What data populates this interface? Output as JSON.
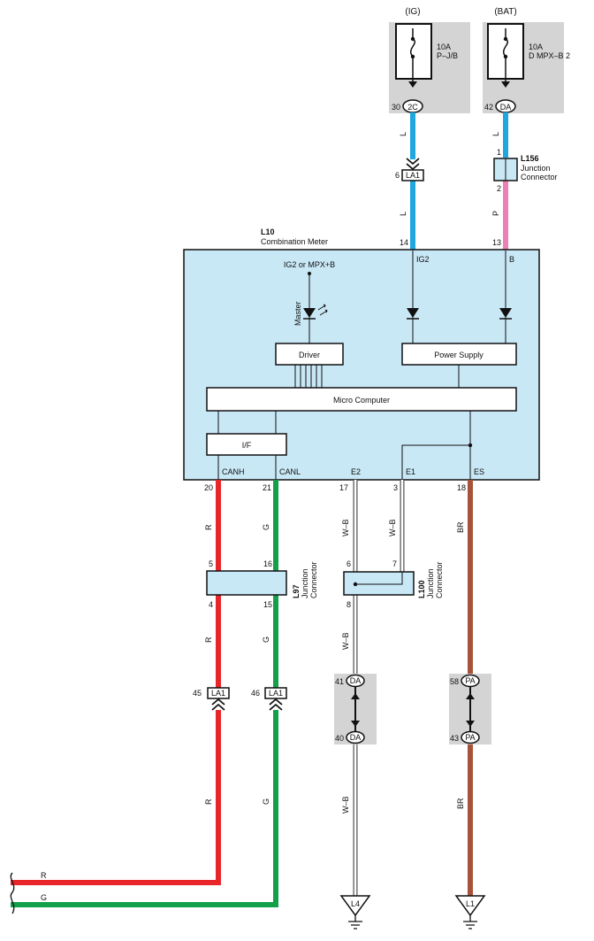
{
  "fuse_ig": {
    "header": "(IG)",
    "rating": "10A",
    "name": "P–J/B",
    "pin": "30",
    "conn": "2C"
  },
  "fuse_bat": {
    "header": "(BAT)",
    "rating": "10A",
    "name": "D MPX–B 2",
    "pin": "42",
    "conn": "DA"
  },
  "wire_ig": {
    "color_code": "L",
    "lower_color_code": "L"
  },
  "wire_bat": {
    "color_code": "L",
    "lower_color_code": "P"
  },
  "la1_top": {
    "pin": "6",
    "name": "LA1"
  },
  "l156": {
    "id": "L156",
    "desc1": "Junction",
    "desc2": "Connector",
    "pin_top": "1",
    "pin_bottom": "2"
  },
  "meter": {
    "id": "L10",
    "title": "Combination Meter",
    "pin_ig2": "14",
    "pin_b": "13",
    "label_ig2": "IG2",
    "label_b": "B",
    "supply": "IG2 or MPX+B",
    "master": "Master",
    "driver": "Driver",
    "power_supply": "Power Supply",
    "micro": "Micro Computer",
    "if": "I/F",
    "canh": "CANH",
    "canl": "CANL",
    "e2": "E2",
    "e1": "E1",
    "es": "ES",
    "pin_canh": "20",
    "pin_canl": "21",
    "pin_e2": "17",
    "pin_e1": "3",
    "pin_es": "18"
  },
  "wires": {
    "red": "R",
    "green": "G",
    "wb": "W–B",
    "br": "BR"
  },
  "l97": {
    "id": "L97",
    "desc1": "Junction",
    "desc2": "Connector",
    "pin_r_top": "5",
    "pin_g_top": "16",
    "pin_r_bot": "4",
    "pin_g_bot": "15"
  },
  "l100": {
    "id": "L100",
    "desc1": "Junction",
    "desc2": "Connector",
    "pin_a": "6",
    "pin_b": "7",
    "pin_out": "8"
  },
  "la1_bottom": {
    "pin_r": "45",
    "pin_g": "46",
    "name": "LA1"
  },
  "da_joint": {
    "pin_top": "41",
    "pin_bot": "40",
    "name": "DA"
  },
  "pa_joint": {
    "pin_top": "58",
    "pin_bot": "43",
    "name": "PA"
  },
  "grounds": {
    "left": "L4",
    "right": "L1"
  },
  "bus": {
    "r": "R",
    "g": "G"
  },
  "colors": {
    "blue": "#1fa7e0",
    "pink": "#ee7fb6",
    "red": "#e8262a",
    "green": "#13a04a",
    "brown": "#a8523a",
    "meter_fill": "#c9e8f6",
    "gray_box": "#d4d4d4"
  }
}
